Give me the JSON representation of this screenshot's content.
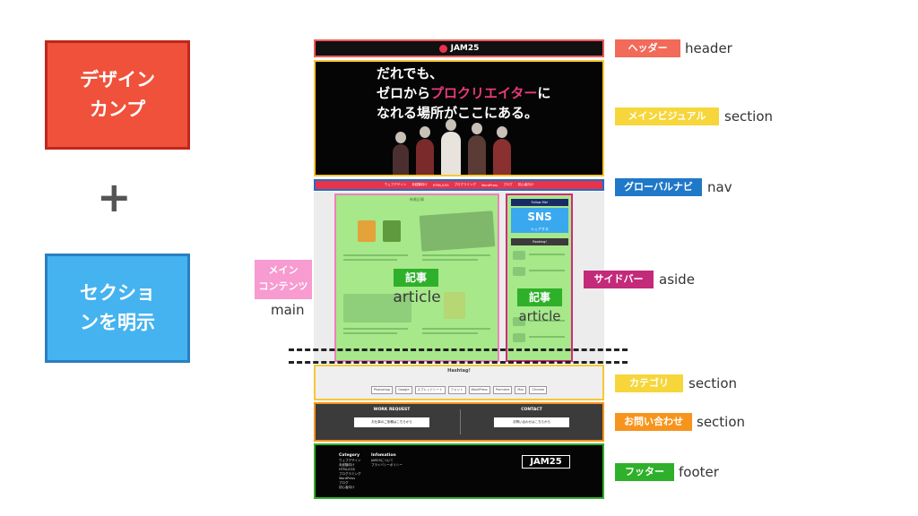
{
  "left_panel": {
    "design_label": "デザイン\nカンプ",
    "plus": "+",
    "section_label": "セクショ\nンを明示"
  },
  "mockup": {
    "header_logo": "JAM25",
    "visual_line1": "だれでも、",
    "visual_line2_pre": "ゼロから",
    "visual_line2_accent": "プロクリエイター",
    "visual_line2_post": "に",
    "visual_line3": "なれる場所がここにある。",
    "nav_items": [
      "ウェブデザイン",
      "未経験向け",
      "HTML/CSS",
      "プログラミング",
      "WordPress",
      "ブログ",
      "初心者向け"
    ],
    "main_heading": "新着記事",
    "main_chip": "記事",
    "main_word": "article",
    "aside_follow": "Follow Me!",
    "aside_sns": "SNS",
    "aside_sns_sub": "シェアする",
    "aside_ranking": "Ranking!",
    "aside_chip": "記事",
    "aside_word": "article",
    "category_title": "Hashtag!",
    "category_tags": [
      "Photoshop",
      "Google",
      "スプレッドシート",
      "フォント",
      "WordPress",
      "Premiere",
      "Mac",
      "Chrome"
    ],
    "contact_left_title": "WORK REQUEST",
    "contact_left_button": "お仕事のご依頼はこちらから",
    "contact_right_title": "CONTACT",
    "contact_right_button": "お問い合わせはこちらから",
    "footer_col1_head": "Category",
    "footer_col1_items": [
      "ウェブデザイン",
      "未経験向け",
      "HTML/CSS",
      "プログラミング",
      "WordPress",
      "ブログ",
      "初心者向け"
    ],
    "footer_col2_head": "Infomation",
    "footer_col2_items": [
      "JAM25について",
      "プライバシーポリシー"
    ],
    "footer_logo": "JAM25"
  },
  "labels": {
    "header_jp": "ヘッダー",
    "header_en": "header",
    "visual_jp": "メインビジュアル",
    "visual_en": "section",
    "nav_jp": "グローバルナビ",
    "nav_en": "nav",
    "main_jp": "メイン\nコンテンツ",
    "main_en": "main",
    "aside_jp": "サイドバー",
    "aside_en": "aside",
    "category_jp": "カテゴリ",
    "category_en": "section",
    "contact_jp": "お問い合わせ",
    "contact_en": "section",
    "footer_jp": "フッター",
    "footer_en": "footer"
  },
  "colors": {
    "design_box": "#f0513b",
    "section_box": "#45b3ef",
    "header_tag": "#f16a5a",
    "visual_tag": "#f6d63a",
    "nav_tag": "#1f78c8",
    "main_tag": "#f79bd0",
    "aside_tag": "#c42a7a",
    "category_tag": "#f6d63a",
    "contact_tag": "#f7941d",
    "footer_tag": "#2fb02a",
    "article_overlay": "#a6e88a",
    "brand_pink": "#e8334a"
  }
}
